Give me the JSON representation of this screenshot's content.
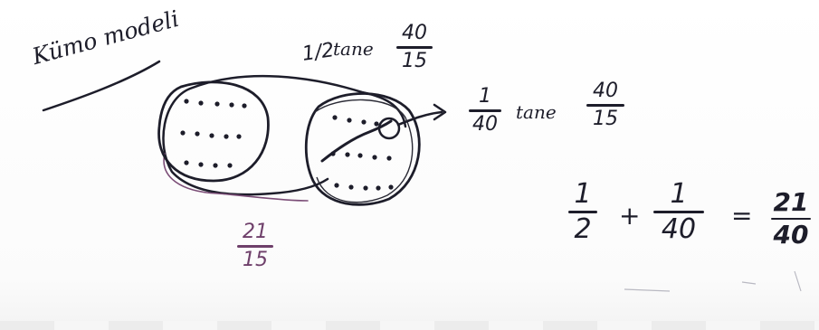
{
  "title": "Kümo modeli",
  "top_label": {
    "fraction": "1/2",
    "word": "tane",
    "value_num": "40",
    "value_den": "15"
  },
  "arrow_label": {
    "frac_num": "1",
    "frac_den": "40",
    "word": "tane",
    "value_num": "40",
    "value_den": "15"
  },
  "bottom_label": {
    "num": "21",
    "den": "15"
  },
  "equation": {
    "term1_num": "1",
    "term1_den": "2",
    "plus": "+",
    "term2_num": "1",
    "term2_den": "40",
    "equals": "=",
    "result_num": "21",
    "result_den": "40"
  },
  "colors": {
    "ink": "#1d1d2a",
    "purple_ink": "#6e3f6a",
    "paper": "#ffffff"
  }
}
